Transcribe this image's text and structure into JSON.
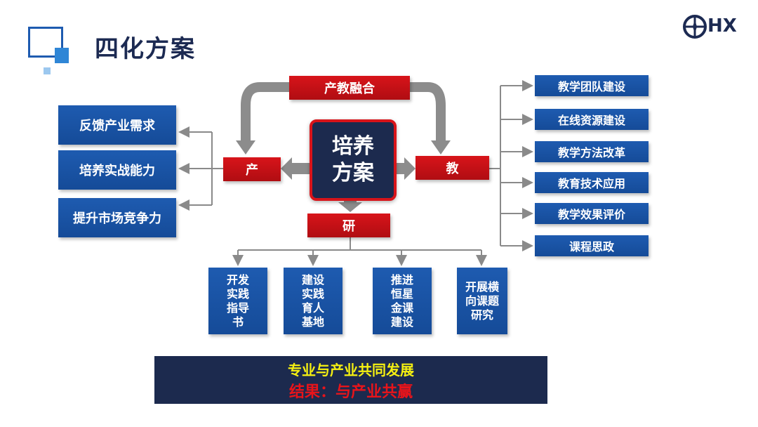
{
  "title": "四化方案",
  "logo_text": "HX",
  "center": "培养\n方案",
  "hubs": {
    "top": "产教融合",
    "left": "产",
    "right": "教",
    "bottom": "研"
  },
  "left_items": [
    "反馈产业需求",
    "培养实战能力",
    "提升市场竞争力"
  ],
  "right_items": [
    "教学团队建设",
    "在线资源建设",
    "教学方法改革",
    "教育技术应用",
    "教学效果评价",
    "课程思政"
  ],
  "bottom_items": [
    "开发\n实践\n指导\n书",
    "建设\n实践\n育人\n基地",
    "推进\n恒星\n金课\n建设",
    "开展横\n向课题\n研究"
  ],
  "result": {
    "line1": "专业与产业共同发展",
    "line2": "结果：与产业共赢"
  },
  "colors": {
    "blue": "#1a55a8",
    "red": "#d8141a",
    "navy": "#1c2a4e",
    "yellow": "#f5f011"
  }
}
